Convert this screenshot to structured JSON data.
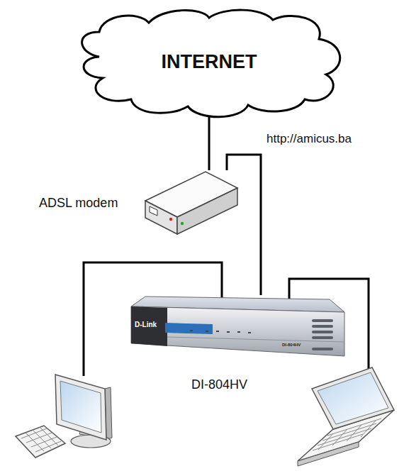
{
  "diagram": {
    "nodes": [
      {
        "text": [
          "INTERNET"
        ]
      },
      {
        "text": [
          "ADSL modem"
        ]
      },
      {
        "text": [
          "DI-804HV"
        ]
      }
    ],
    "edges": [
      {
        "from": 0,
        "to": 1,
        "arrow": "none"
      },
      {
        "from": 1,
        "to": 2,
        "arrow": "none",
        "label": "http://amicus.ba"
      }
    ],
    "labels": [
      "D-Link",
      "DI-804HV"
    ]
  }
}
